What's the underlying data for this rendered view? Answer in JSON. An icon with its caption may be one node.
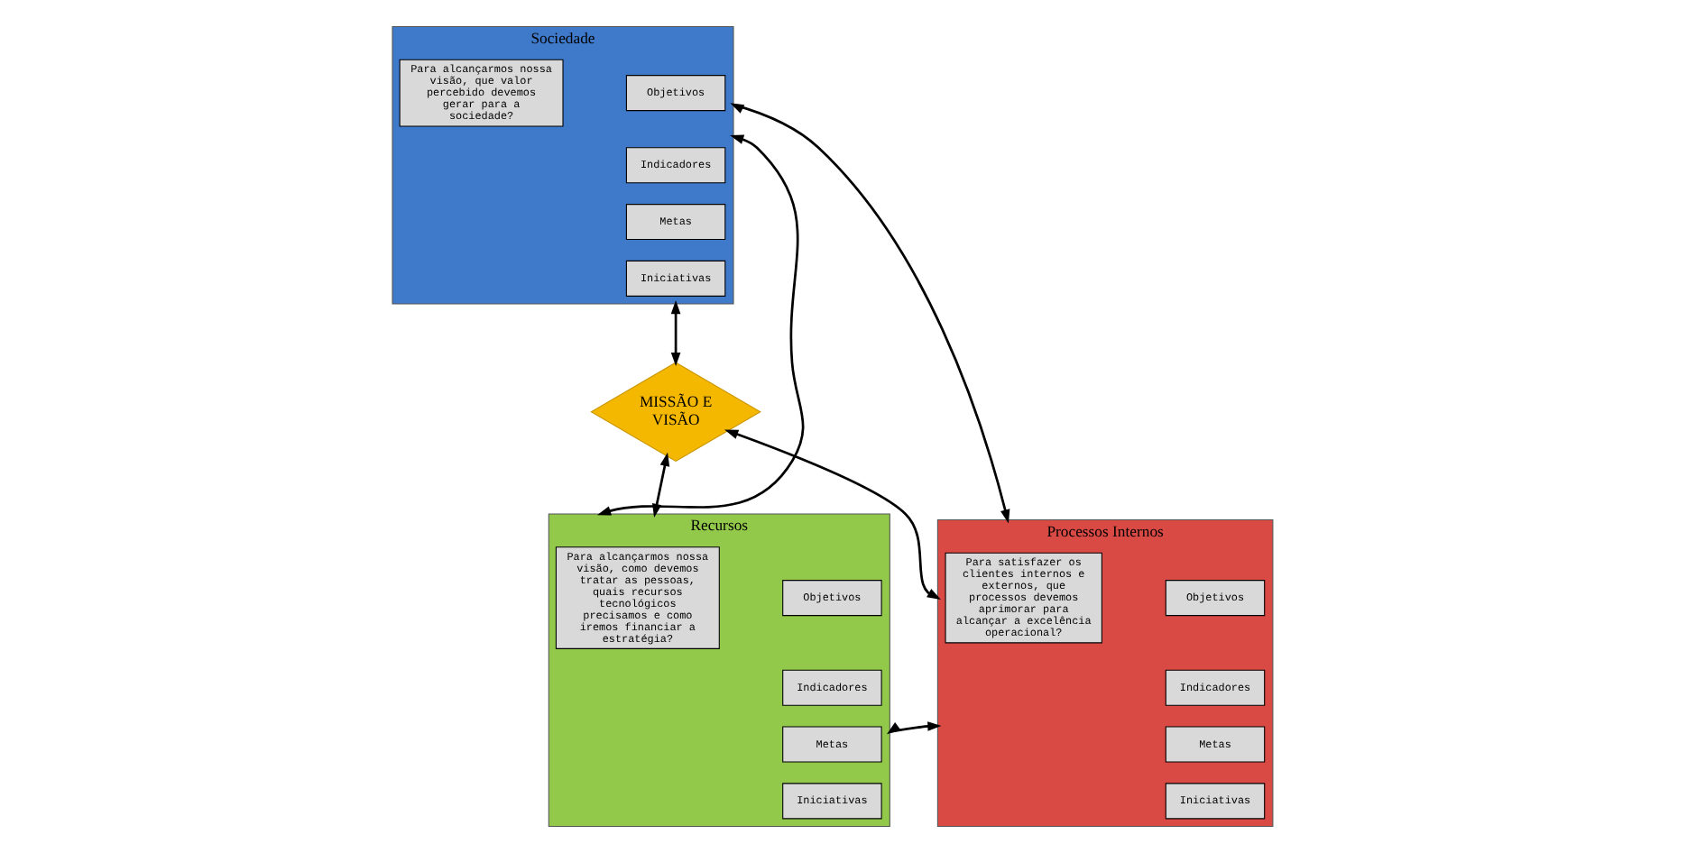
{
  "diagram": {
    "nodes": [
      {
        "text": [
          "Sociedade"
        ]
      },
      {
        "text": [
          "Para alcançarmos nossa visão, que valor percebido devemos gerar para a sociedade?"
        ],
        "in": 0
      },
      {
        "text": [
          "Objetivos"
        ],
        "in": 0
      },
      {
        "text": [
          "Indicadores"
        ],
        "in": 0
      },
      {
        "text": [
          "Metas"
        ],
        "in": 0
      },
      {
        "text": [
          "Iniciativas"
        ],
        "in": 0
      },
      {
        "text": [
          "MISSÃO E VISÃO"
        ]
      },
      {
        "text": [
          "Recursos"
        ]
      },
      {
        "text": [
          "Para alcançarmos nossa visão, como devemos tratar as pessoas, quais recursos tecnológicos precisamos e como iremos financiar a estratégia?"
        ],
        "in": 7
      },
      {
        "text": [
          "Objetivos"
        ],
        "in": 7
      },
      {
        "text": [
          "Indicadores"
        ],
        "in": 7
      },
      {
        "text": [
          "Metas"
        ],
        "in": 7
      },
      {
        "text": [
          "Iniciativas"
        ],
        "in": 7
      },
      {
        "text": [
          "Processos Internos"
        ]
      },
      {
        "text": [
          "Para satisfazer os clientes internos e externos, que processos devemos aprimorar para alcançar a excelência operacional?"
        ],
        "in": 13
      },
      {
        "text": [
          "Objetivos"
        ],
        "in": 13
      },
      {
        "text": [
          "Indicadores"
        ],
        "in": 13
      },
      {
        "text": [
          "Metas"
        ],
        "in": 13
      },
      {
        "text": [
          "Iniciativas"
        ],
        "in": 13
      }
    ],
    "edges": [
      {
        "from": 0,
        "to": 6,
        "arrow": "both"
      },
      {
        "from": 0,
        "to": 7,
        "arrow": "both"
      },
      {
        "from": 0,
        "to": 13,
        "arrow": "both"
      },
      {
        "from": 6,
        "to": 7,
        "arrow": "both"
      },
      {
        "from": 6,
        "to": 13,
        "arrow": "both"
      },
      {
        "from": 7,
        "to": 13,
        "arrow": "both"
      }
    ]
  }
}
